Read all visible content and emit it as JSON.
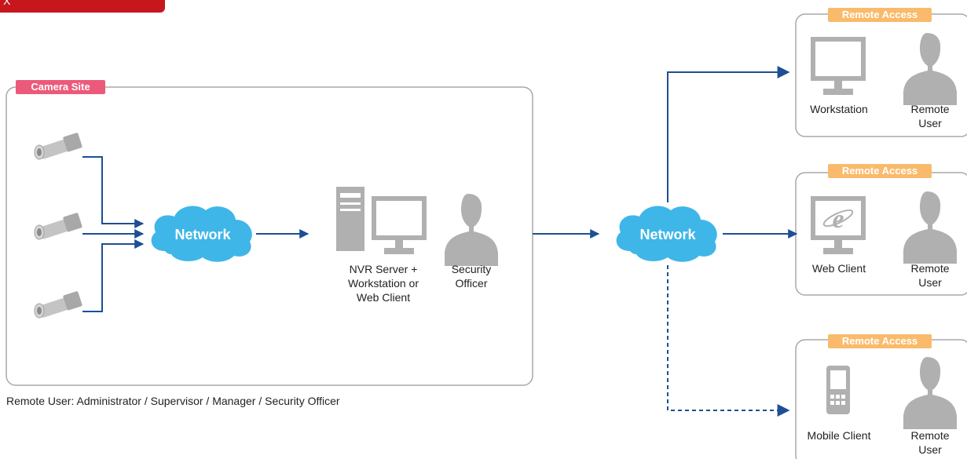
{
  "header": {
    "label": "X"
  },
  "camera_site": {
    "label": "Camera Site"
  },
  "network_label": "Network",
  "server": {
    "label_lines": [
      "NVR Server +",
      "Workstation or",
      "Web Client"
    ]
  },
  "officer": {
    "label_lines": [
      "Security",
      "Officer"
    ]
  },
  "remote_access_label": "Remote Access",
  "remote_user_lines": [
    "Remote",
    "User"
  ],
  "clients": {
    "workstation": "Workstation",
    "web_client": "Web Client",
    "mobile_client": "Mobile Client"
  },
  "note": "Remote User: Administrator / Supervisor / Manager / Security Officer",
  "colors": {
    "header": "#c8161d",
    "camera_tag": "#ec5a7b",
    "remote_tag": "#f9bb6b",
    "cloud": "#3fb6e8",
    "arrow": "#1c4f96",
    "icon_gray": "#b0b0b0",
    "box_border": "#a9a9a9"
  }
}
